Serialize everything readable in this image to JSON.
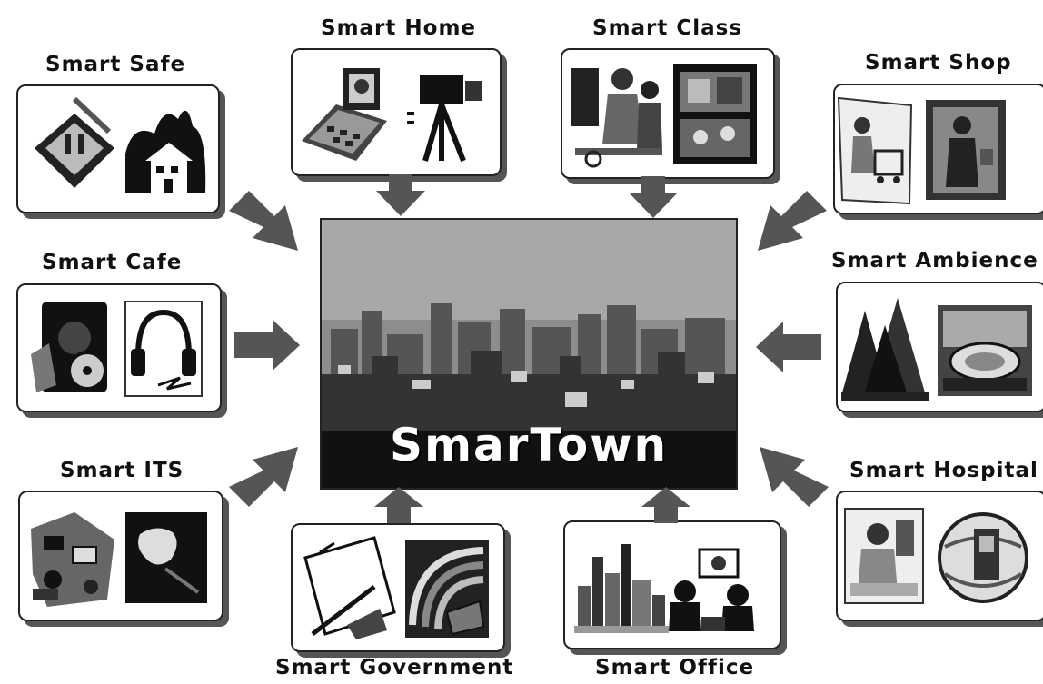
{
  "diagram": {
    "center": {
      "title": "SmarTown"
    },
    "nodes": [
      {
        "id": "safe",
        "label": "Smart Safe",
        "icons": [
          "shield-icon",
          "burning-house-icon"
        ]
      },
      {
        "id": "home",
        "label": "Smart Home",
        "icons": [
          "telephone-icon",
          "camera-icon"
        ]
      },
      {
        "id": "class",
        "label": "Smart Class",
        "icons": [
          "classroom-people-icon",
          "blackboard-icon"
        ]
      },
      {
        "id": "shop",
        "label": "Smart Shop",
        "icons": [
          "shopping-cart-icon",
          "shopper-icon"
        ]
      },
      {
        "id": "cafe",
        "label": "Smart Cafe",
        "icons": [
          "film-reel-icon",
          "headphones-icon"
        ]
      },
      {
        "id": "ambience",
        "label": "Smart Ambience",
        "icons": [
          "trees-icon",
          "stadium-icon"
        ]
      },
      {
        "id": "its",
        "label": "Smart ITS",
        "icons": [
          "traffic-icon",
          "map-icon"
        ]
      },
      {
        "id": "hospital",
        "label": "Smart Hospital",
        "icons": [
          "doctor-icon",
          "globe-icon"
        ]
      },
      {
        "id": "government",
        "label": "Smart Government",
        "icons": [
          "document-pen-icon",
          "rainbow-money-icon"
        ]
      },
      {
        "id": "office",
        "label": "Smart Office",
        "icons": [
          "city-skyline-icon",
          "meeting-icon"
        ]
      }
    ]
  },
  "colors": {
    "line": "#222222",
    "arrow": "#555555",
    "shadow": "#555555",
    "center_bg": "#8a8a8a"
  }
}
